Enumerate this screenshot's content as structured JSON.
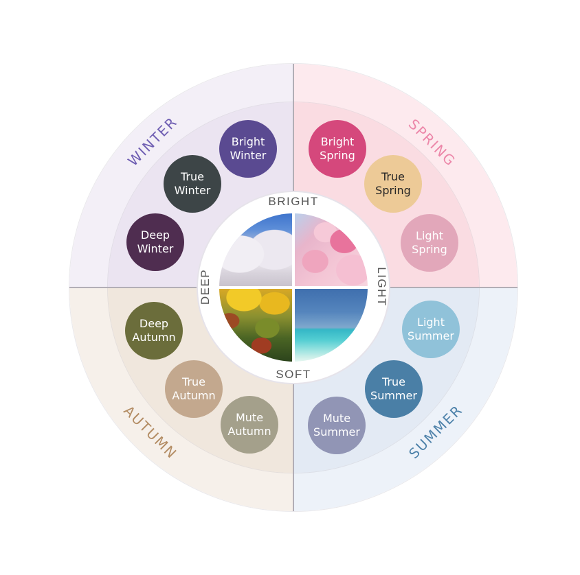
{
  "wheel": {
    "center": {
      "text_color": "#575757",
      "labels": {
        "top": "BRIGHT",
        "right": "LIGHT",
        "bottom": "SOFT",
        "left": "DEEP"
      },
      "photos": {
        "top_left": "snow-covered-trees",
        "top_right": "cherry-blossoms",
        "bottom_left": "autumn-foliage",
        "bottom_right": "tropical-sea"
      }
    },
    "quadrants": [
      {
        "id": "winter",
        "label": "WINTER",
        "label_color": "#6e5db2",
        "outer_band_color": "#f3eff7",
        "inner_band_color": "#ebe4f1",
        "types": [
          {
            "name": "Bright Winter",
            "color": "#5a4a91",
            "text_color": "#ffffff"
          },
          {
            "name": "True Winter",
            "color": "#3d4547",
            "text_color": "#ffffff"
          },
          {
            "name": "Deep Winter",
            "color": "#4f2d50",
            "text_color": "#ffffff"
          }
        ]
      },
      {
        "id": "spring",
        "label": "SPRING",
        "label_color": "#ec87a9",
        "outer_band_color": "#fdeaee",
        "inner_band_color": "#fadce2",
        "types": [
          {
            "name": "Bright Spring",
            "color": "#d5487c",
            "text_color": "#ffffff"
          },
          {
            "name": "True Spring",
            "color": "#edca97",
            "text_color": "#262626"
          },
          {
            "name": "Light Spring",
            "color": "#e2a7ba",
            "text_color": "#ffffff"
          }
        ]
      },
      {
        "id": "autumn",
        "label": "AUTUMN",
        "label_color": "#b38c63",
        "outer_band_color": "#f6f0ea",
        "inner_band_color": "#f0e7dd",
        "types": [
          {
            "name": "Deep Autumn",
            "color": "#6b6d3b",
            "text_color": "#ffffff"
          },
          {
            "name": "True Autumn",
            "color": "#c3a88e",
            "text_color": "#ffffff"
          },
          {
            "name": "Mute Autumn",
            "color": "#a4a08b",
            "text_color": "#ffffff"
          }
        ]
      },
      {
        "id": "summer",
        "label": "SUMMER",
        "label_color": "#4e82aa",
        "outer_band_color": "#edf2f9",
        "inner_band_color": "#e3eaf4",
        "types": [
          {
            "name": "Light Summer",
            "color": "#90c2d9",
            "text_color": "#ffffff"
          },
          {
            "name": "True Summer",
            "color": "#4a7fa6",
            "text_color": "#ffffff"
          },
          {
            "name": "Mute Summer",
            "color": "#9195b5",
            "text_color": "#ffffff"
          }
        ]
      }
    ]
  }
}
